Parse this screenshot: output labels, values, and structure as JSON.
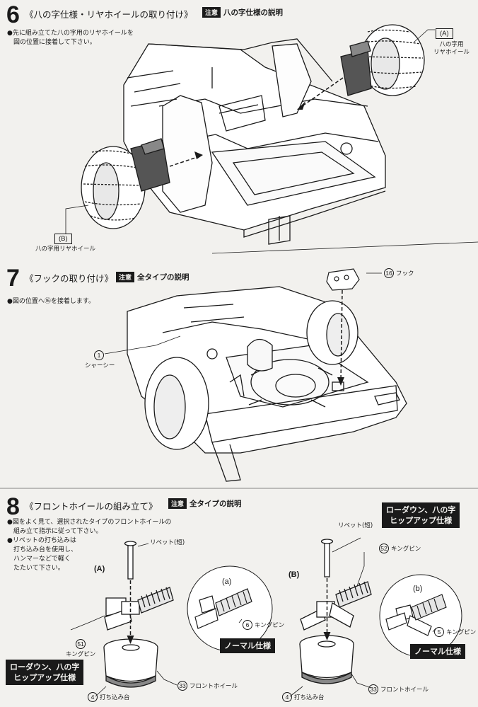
{
  "step6": {
    "number": "6",
    "title": "《八の字仕様・リヤホイールの取り付け》",
    "note_tag": "注意",
    "note_heading": "八の字仕様の説明",
    "instructions": [
      "●先に組み立てた八の字用のリヤホイールを",
      "図の位置に接着して下さい。"
    ],
    "label_a": "(A)",
    "label_a_desc": [
      "八の字用",
      "リヤホイール"
    ],
    "label_b": "(B)",
    "label_b_desc": "八の字用リヤホイール"
  },
  "step7": {
    "number": "7",
    "title": "《フックの取り付け》",
    "note_tag": "注意",
    "note_heading": "全タイプの説明",
    "instructions": [
      "●図の位置へ⑯を接着します。"
    ],
    "hook_num": "16",
    "hook_label": "フック",
    "chassis_num": "1",
    "chassis_label": "シャーシー"
  },
  "step8": {
    "number": "8",
    "title": "《フロントホイールの組み立て》",
    "note_tag": "注意",
    "note_heading": "全タイプの説明",
    "instructions": [
      "●図をよく見て、選択されたタイプのフロントホイールの",
      "組み立て指示に従って下さい。",
      "●リベットの打ち込みは",
      "打ち込み台を使用し、",
      "ハンマーなどで軽く",
      "たたいて下さい。"
    ],
    "lowdown_badge": [
      "ローダウン、八の字",
      "ヒップアップ仕様"
    ],
    "normal_badge": "ノーマル仕様",
    "label_big_a": "(A)",
    "label_big_b": "(B)",
    "label_small_a": "(a)",
    "label_small_b": "(b)",
    "rivet_label": "リベット(短)",
    "kingpin_label": "キングピン",
    "kingpin_51": "51",
    "kingpin_52": "52",
    "kingpin_6": "6",
    "kingpin_5": "5",
    "front_wheel_label": "フロントホイール",
    "front_wheel_num": "33",
    "anvil_num": "4",
    "anvil_label": "打ち込み台"
  }
}
